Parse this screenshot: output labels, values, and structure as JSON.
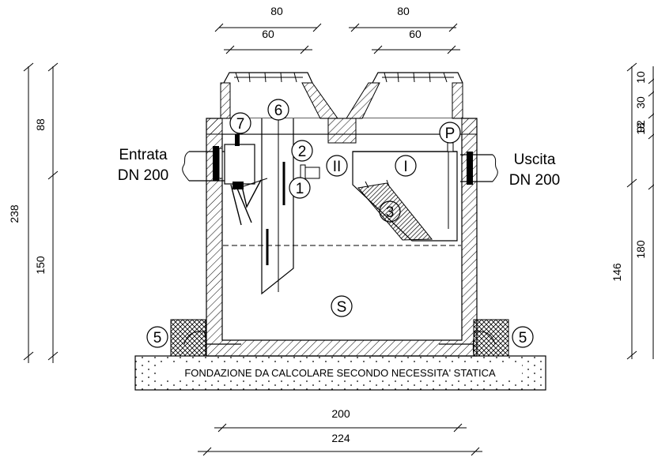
{
  "labels": {
    "inlet": {
      "line1": "Entrata",
      "line2": "DN 200"
    },
    "outlet": {
      "line1": "Uscita",
      "line2": "DN 200"
    },
    "foundation": "FONDAZIONE DA CALCOLARE SECONDO NECESSITA' STATICA"
  },
  "dimensions": {
    "top_outer_left": "80",
    "top_inner_left": "60",
    "top_outer_right": "80",
    "top_inner_right": "60",
    "left_total": "238",
    "left_upper": "88",
    "left_lower": "150",
    "right_upper": "92",
    "right_lower": "180",
    "right_total": "146",
    "right_top_a": "10",
    "right_top_b": "30",
    "right_top_c": "18",
    "bottom_inner": "200",
    "bottom_outer": "224"
  },
  "markers": {
    "m1": "1",
    "m2": "2",
    "m3": "3",
    "m5_left": "5",
    "m5_right": "5",
    "m6": "6",
    "m7": "7",
    "roman_1": "I",
    "roman_2": "II",
    "s": "S",
    "p": "P"
  }
}
